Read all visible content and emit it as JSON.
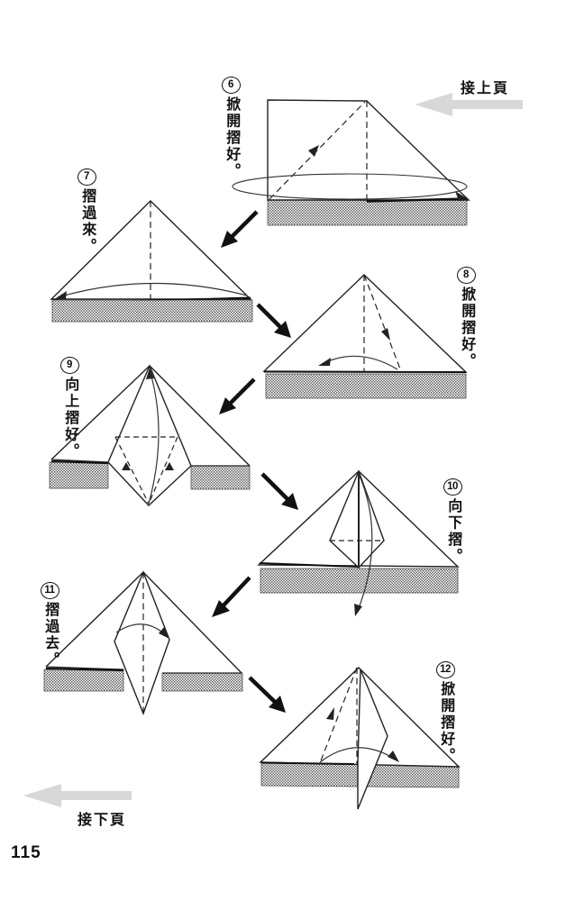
{
  "page": {
    "number": "115"
  },
  "nav": {
    "prev_label": "接上頁",
    "next_label": "接下頁"
  },
  "steps": [
    {
      "num": "6",
      "label": "掀開摺好。"
    },
    {
      "num": "7",
      "label": "摺過來。"
    },
    {
      "num": "8",
      "label": "掀開摺好。"
    },
    {
      "num": "9",
      "label": "向上摺好。"
    },
    {
      "num": "10",
      "label": "向下摺。"
    },
    {
      "num": "11",
      "label": "摺過去。"
    },
    {
      "num": "12",
      "label": "掀開摺好。"
    }
  ],
  "colors": {
    "line": "#222222",
    "hatch_dot": "#4d4d4d",
    "nav_arrow": "#d8d8d8"
  }
}
